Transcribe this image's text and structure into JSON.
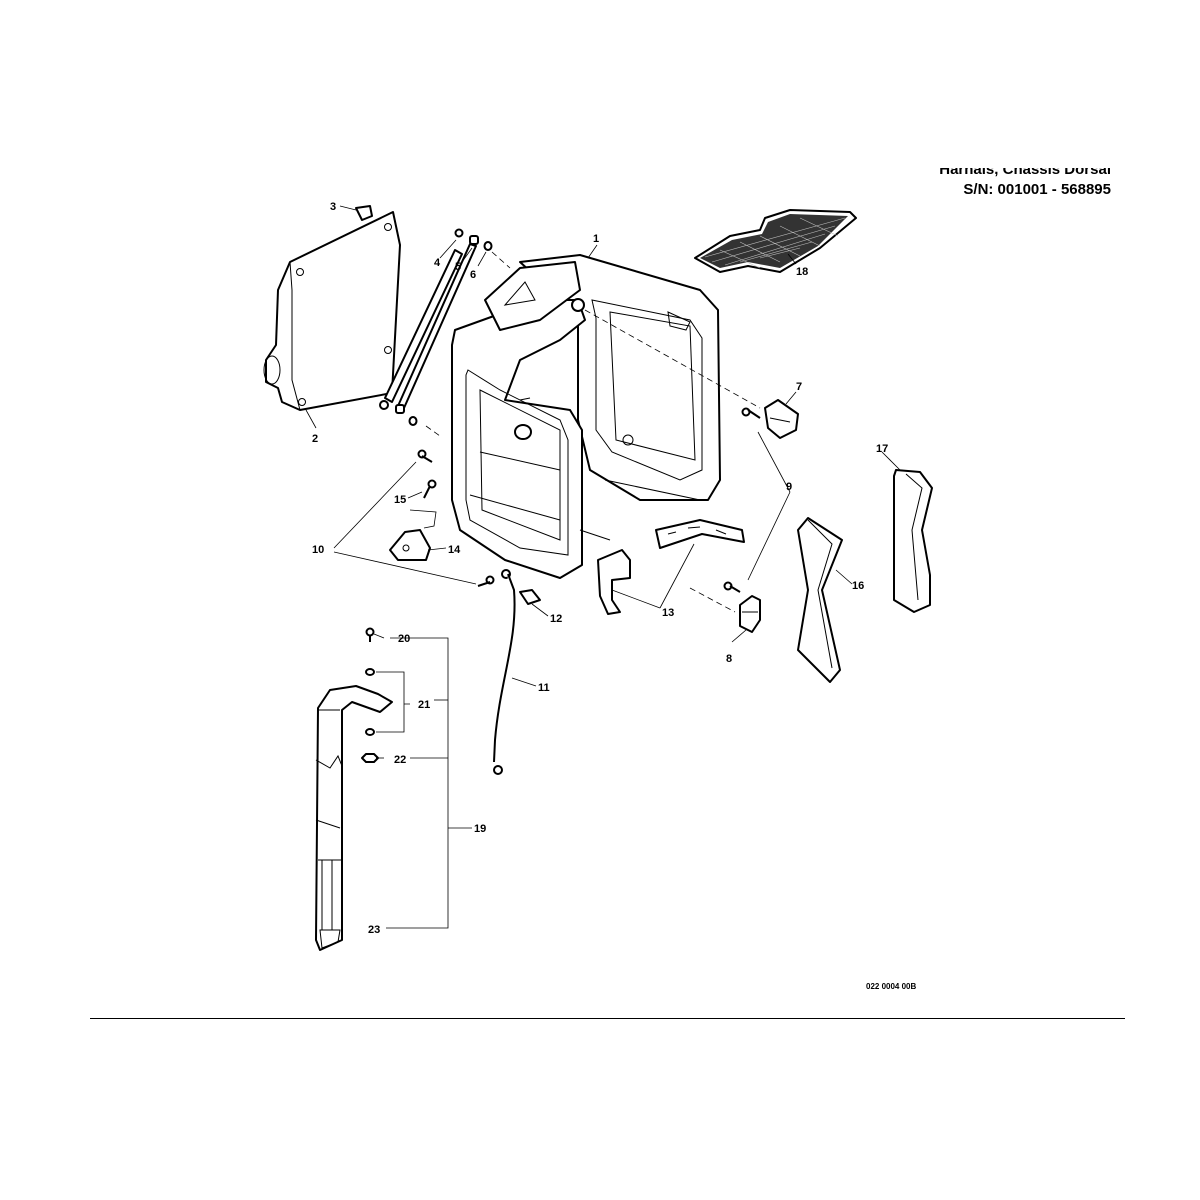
{
  "title": {
    "line1": "Harnais, Châssis Dorsal",
    "line2": "S/N: 001001 - 568895"
  },
  "reference_code": "022 0004 00B",
  "callouts": [
    "1",
    "2",
    "3",
    "4",
    "5",
    "6",
    "7",
    "8",
    "9",
    "10",
    "11",
    "12",
    "13",
    "14",
    "15",
    "16",
    "17",
    "18",
    "19",
    "20",
    "21",
    "22",
    "23"
  ]
}
